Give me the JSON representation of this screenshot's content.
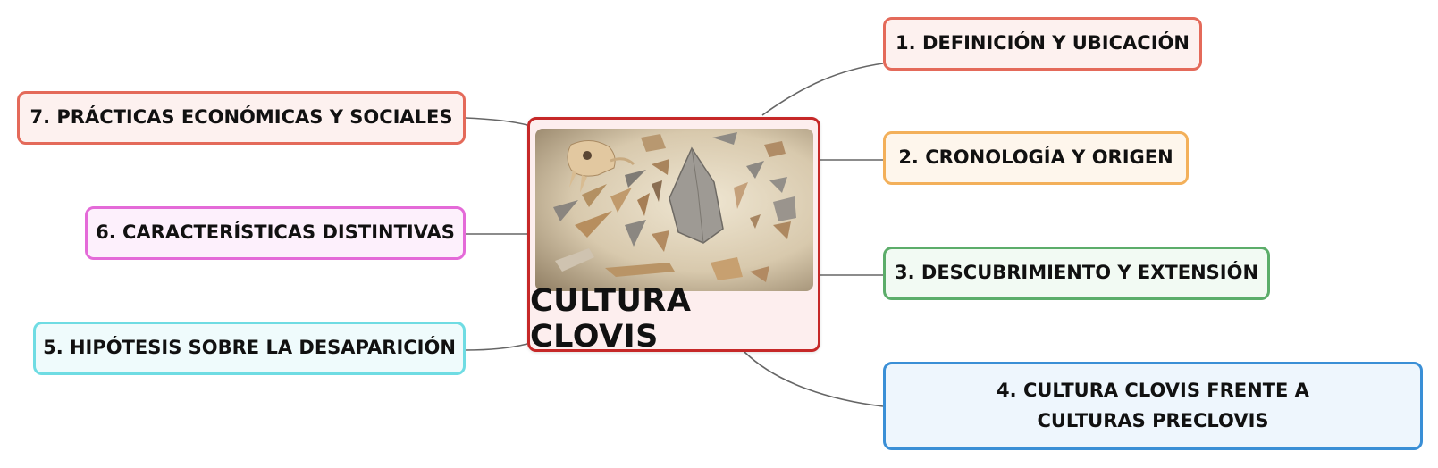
{
  "mindmap": {
    "central": {
      "title": "CULTURA CLOVIS",
      "image": "clovis-stone-tools-photo"
    },
    "branches": [
      {
        "id": "n1",
        "label": "1. DEFINICIÓN Y UBICACIÓN"
      },
      {
        "id": "n2",
        "label": "2. CRONOLOGÍA Y ORIGEN"
      },
      {
        "id": "n3",
        "label": "3. DESCUBRIMIENTO Y EXTENSIÓN"
      },
      {
        "id": "n4",
        "label": "4. CULTURA CLOVIS FRENTE A CULTURAS PRECLOVIS"
      },
      {
        "id": "n5",
        "label": "5. HIPÓTESIS SOBRE LA DESAPARICIÓN"
      },
      {
        "id": "n6",
        "label": "6. CARACTERÍSTICAS DISTINTIVAS"
      },
      {
        "id": "n7",
        "label": "7. PRÁCTICAS ECONÓMICAS Y SOCIALES"
      }
    ],
    "colors": {
      "central_border": "#c62828",
      "branch1": "#e46a5a",
      "branch2": "#f3b05a",
      "branch3": "#5cad6a",
      "branch4": "#3a8fd6",
      "branch5": "#6fdce3",
      "branch6": "#e46ad8",
      "branch7": "#e46a5a",
      "connector": "#666666"
    }
  }
}
